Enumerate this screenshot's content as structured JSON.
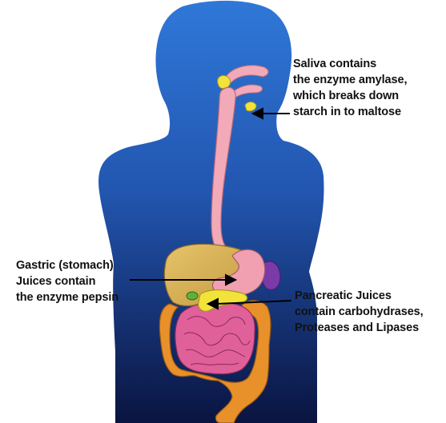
{
  "annotations": {
    "saliva": [
      "Saliva contains",
      "the enzyme amylase,",
      "which breaks down",
      "starch in to maltose"
    ],
    "gastric": [
      "Gastric (stomach)",
      "Juices contain",
      "the enzyme pepsin"
    ],
    "pancreatic": [
      "Pancreatic Juices",
      "contain carbohydrases,",
      "Proteases and Lipases"
    ]
  },
  "colors": {
    "body_top": "#2a6fd0",
    "body_bottom": "#0a1540",
    "esophagus": "#f2a9b8",
    "liver": "#d9b25a",
    "stomach": "#f0a0b0",
    "small_intestine": "#e0609a",
    "large_intestine": "#e8902a",
    "pancreas": "#f2e33a",
    "spleen": "#7a3aa8",
    "gallbladder": "#5fb03a",
    "arrow": "#000000"
  }
}
